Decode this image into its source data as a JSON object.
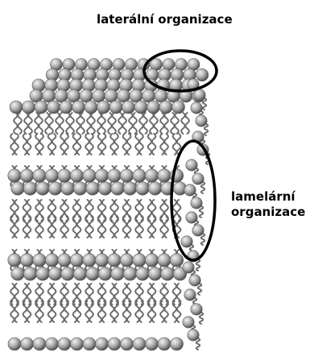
{
  "labels": {
    "lateral": "laterální organizace",
    "lamellar_line1": "lamelární",
    "lamellar_line2": "organizace"
  },
  "colors": {
    "head_light": "#f2f2f2",
    "head_mid": "#a9a9a9",
    "head_dark": "#4d4d4d",
    "tail": "#6b6b6b",
    "outline": "#000000"
  },
  "structure": {
    "bilayers": 3
  }
}
